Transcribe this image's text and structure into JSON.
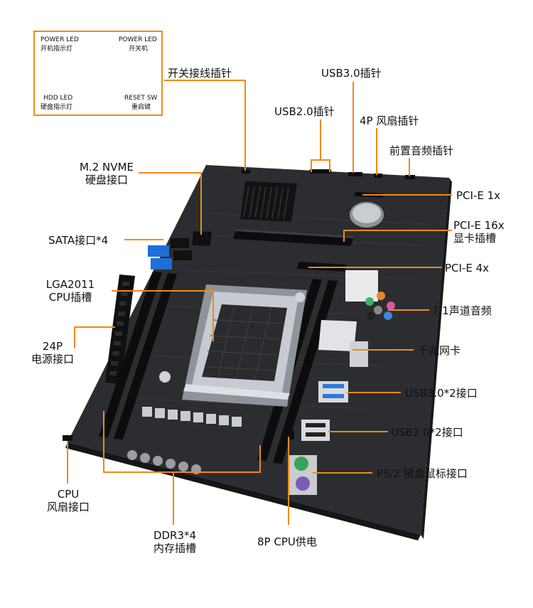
{
  "colors": {
    "accent": "#f08a12",
    "board": "#2b2d31",
    "board_dark": "#1c1d20",
    "heatsink": "#1a1b1d",
    "socket_silver": "#b9bcc2",
    "sata_blue": "#1e6fd6",
    "usb3_blue": "#2e79d9",
    "ps2_green": "#3aa35a",
    "ps2_purple": "#7a5cb8",
    "audio_green": "#3bb36b",
    "audio_pink": "#d8579a",
    "audio_blue": "#3d86d8",
    "audio_orange": "#e08a2a",
    "audio_gray": "#8a8a8a",
    "audio_black": "#222222"
  },
  "inset": {
    "power_led": "POWER LED",
    "power_led_cn": "开机指示灯",
    "power_sw": "POWER LED",
    "power_sw_cn": "开关机",
    "hdd_led": "HDD LED",
    "hdd_led_cn": "硬盘指示灯",
    "reset_sw": "RESET SW",
    "reset_sw_cn": "重启键"
  },
  "labels": {
    "front_panel": "开关接线插针",
    "usb3_header": "USB3.0插针",
    "usb2_header": "USB2.0插针",
    "fan_4p": "4P 风扇插针",
    "front_audio": "前置音频插针",
    "m2_line1": "M.2 NVME",
    "m2_line2": "硬盘接口",
    "pcie_1x": "PCI-E 1x",
    "sata": "SATA接口*4",
    "pcie_16x_line1": "PCI-E 16x",
    "pcie_16x_line2": "显卡插槽",
    "pcie_4x": "PCI-E 4x",
    "lga_line1": "LGA2011",
    "lga_line2": "CPU插槽",
    "audio_71": "7.1声道音频",
    "power24_line1": "24P",
    "power24_line2": "电源接口",
    "lan": "千兆网卡",
    "usb3_ports": "USB3.0*2接口",
    "usb2_ports": "USB2.0*2接口",
    "ps2": "PS/2 键盘鼠标接口",
    "cpu_fan_line1": "CPU",
    "cpu_fan_line2": "风扇接口",
    "ddr3_line1": "DDR3*4",
    "ddr3_line2": "内存插槽",
    "cpu_8p": "8P CPU供电"
  }
}
